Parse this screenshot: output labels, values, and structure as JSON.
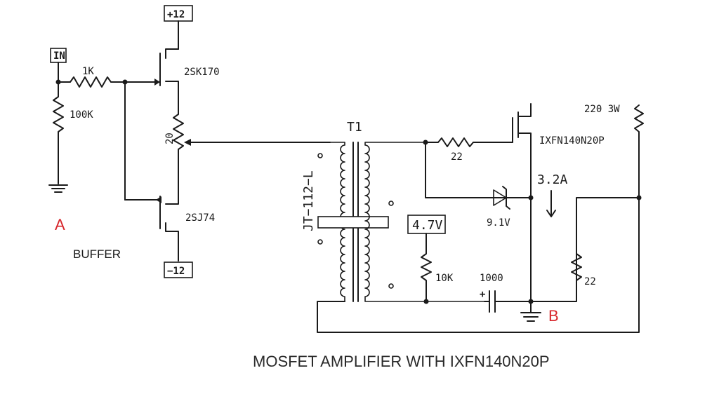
{
  "labels": {
    "supply_pos": "+12",
    "supply_neg": "−12",
    "input": "IN",
    "r_input": "1K",
    "r_shunt": "100K",
    "jfet_top": "2SK170",
    "jfet_bottom": "2SJ74",
    "pot": "20",
    "node_a": "A",
    "buffer": "BUFFER",
    "transformer": "T1",
    "transformer_part": "JT−112−L",
    "r_gate": "22",
    "mosfet": "IXFN140N20P",
    "r_load": "220 3W",
    "current": "3.2A",
    "zener": "9.1V",
    "bias_voltage": "4.7V",
    "r_bias": "10K",
    "cap": "1000",
    "cap_pol": "+",
    "r_drain": "22",
    "node_b": "B"
  },
  "title": "MOSFET AMPLIFIER WITH IXFN140N20P",
  "colors": {
    "wire": "#1a1a1a",
    "node_label": "#d7262b",
    "caption": "#2a2a2a"
  }
}
